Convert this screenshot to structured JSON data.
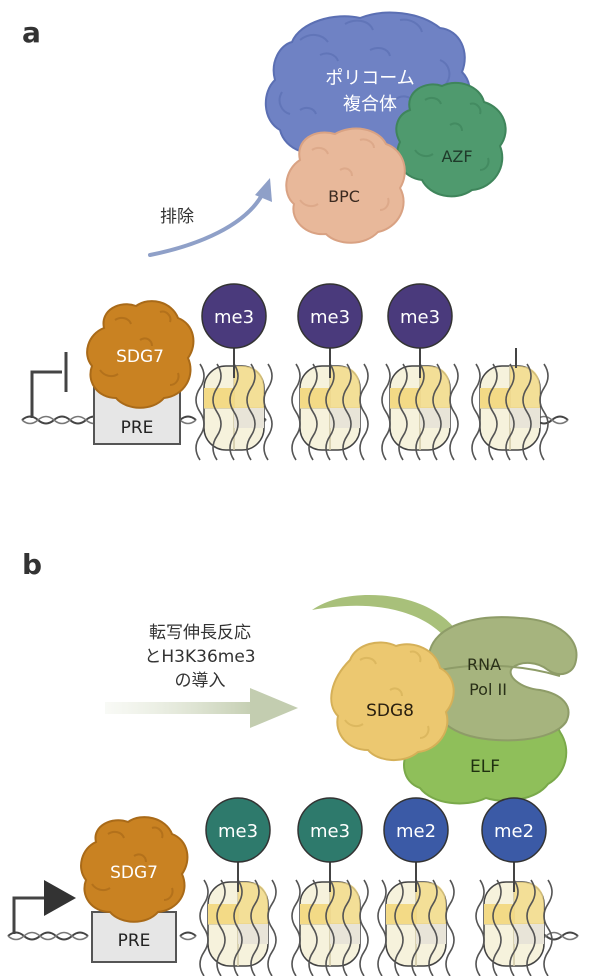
{
  "panel_a": {
    "label": "a",
    "polycomb_line1": "ポリコーム",
    "polycomb_line2": "複合体",
    "azf": "AZF",
    "bpc": "BPC",
    "eviction": "排除",
    "sdg7": "SDG7",
    "pre": "PRE",
    "marks": [
      "me3",
      "me3",
      "me3"
    ]
  },
  "panel_b": {
    "label": "b",
    "process_line1": "転写伸長反応",
    "process_line2": "とH3K36me3",
    "process_line3": "の導入",
    "rna_line1": "RNA",
    "rna_line2": "Pol II",
    "sdg8": "SDG8",
    "elf": "ELF",
    "sdg7": "SDG7",
    "pre": "PRE",
    "marks": [
      "me3",
      "me3",
      "me2",
      "me2"
    ]
  },
  "colors": {
    "polycomb": "#6f82c4",
    "azf": "#4f9a6e",
    "bpc": "#e8b89a",
    "sdg7": "#c98222",
    "me3_panel_a": "#4a3a7c",
    "me3_panel_b": "#2e7a6c",
    "me2_panel_b": "#3b5aa6",
    "sdg8": "#ecc870",
    "rna_pol": "#a6b47e",
    "elf": "#8fbf5a"
  }
}
